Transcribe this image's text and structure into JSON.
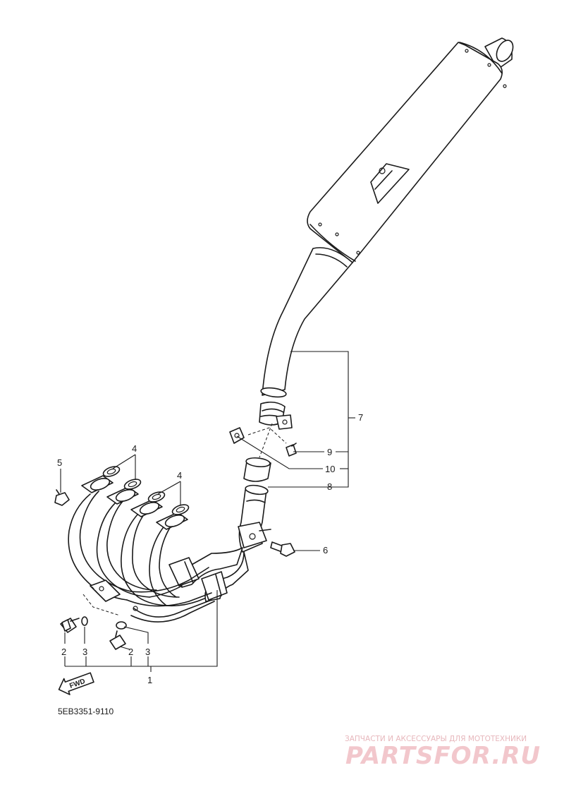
{
  "diagram": {
    "part_numbers": {
      "p1": "1",
      "p2a": "2",
      "p2b": "2",
      "p3a": "3",
      "p3b": "3",
      "p4a": "4",
      "p4b": "4",
      "p5": "5",
      "p6": "6",
      "p7": "7",
      "p8": "8",
      "p9": "9",
      "p10": "10"
    },
    "fwd_label": "FWD",
    "drawing_code": "5EB3351-9110"
  },
  "watermark": {
    "tagline": "ЗАПЧАСТИ И АКСЕССУАРЫ ДЛЯ МОТОТЕХНИКИ",
    "logo": "PARTSFOR.RU"
  },
  "colors": {
    "line": "#1a1a1a",
    "watermark": "#f2c7cc"
  }
}
